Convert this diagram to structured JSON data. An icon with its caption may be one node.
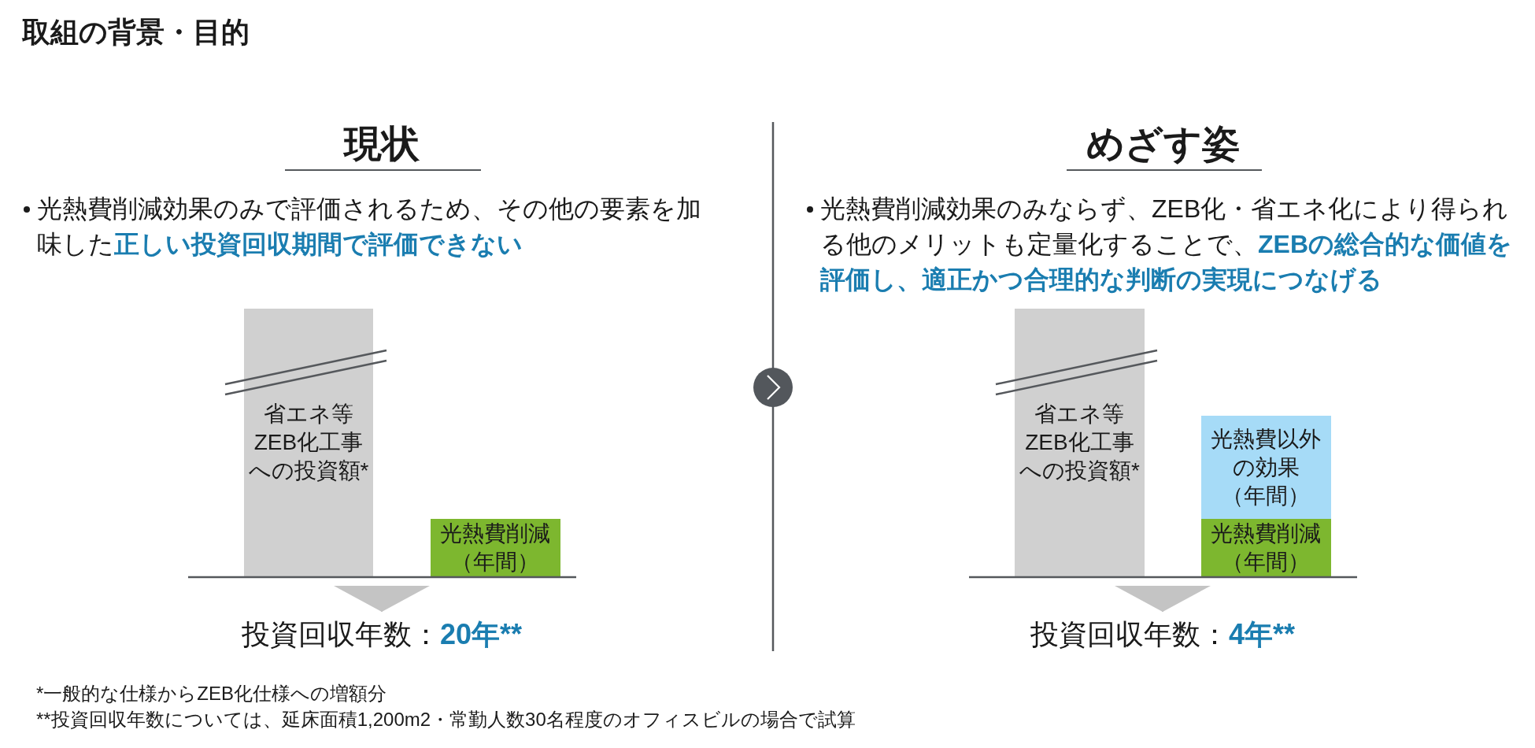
{
  "diagram": {
    "title": "取組の背景・目的",
    "nodes": [
      {
        "text": [
          "省エネ等ZEB化工事への投資額*"
        ]
      },
      {
        "text": [
          "光熱費削減",
          "（年間）"
        ]
      },
      {
        "text": [
          "投資回収年数：",
          "20年**"
        ]
      },
      {
        "text": [
          "省エネ等ZEB化工事への投資額*"
        ]
      },
      {
        "text": [
          "光熱費以外の効果",
          "（年間）"
        ]
      },
      {
        "text": [
          "光熱費削減",
          "（年間）"
        ]
      },
      {
        "text": [
          "投資回収年数：",
          "4年**"
        ]
      }
    ],
    "edges": [
      {
        "from": 0,
        "to": 2,
        "arrow": "to"
      },
      {
        "from": null,
        "to": 6,
        "arrow": "to"
      }
    ],
    "labels": [
      "現状",
      "光熱費削減効果のみで評価されるため、その他の要素を加味した**正しい投資回収期間で評価できない**",
      "めざす姿",
      "光熱費削減効果のみならず、ZEB化・省エネ化により得られる他のメリットも定量化することで、**ZEBの総合的な価値を評価し、適正かつ合理的な判断の実現につなげる**",
      "*一般的な仕様からZEB化仕様への増額分",
      "**投資回収年数については、延床面積1,200m2・常勤人数30名程度のオフィスビルの場合で試算"
    ]
  }
}
